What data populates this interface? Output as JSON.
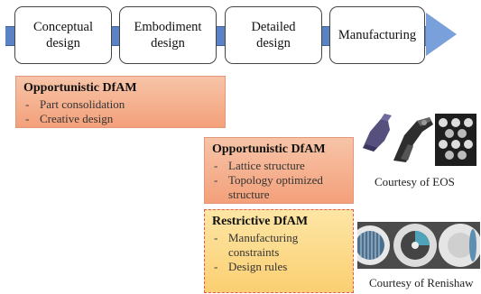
{
  "process": {
    "stages": [
      {
        "label": "Conceptual\ndesign"
      },
      {
        "label": "Embodiment\ndesign"
      },
      {
        "label": "Detailed\ndesign"
      },
      {
        "label": "Manufacturing"
      }
    ]
  },
  "boxes": {
    "opportunistic_1": {
      "title": "Opportunistic DfAM",
      "items": [
        "Part consolidation",
        "Creative design"
      ]
    },
    "opportunistic_2": {
      "title": "Opportunistic DfAM",
      "items": [
        "Lattice structure",
        "Topology optimized structure"
      ]
    },
    "restrictive": {
      "title": "Restrictive DfAM",
      "items": [
        "Manufacturing constraints",
        "Design rules"
      ]
    }
  },
  "captions": {
    "eos": "Courtesy of EOS",
    "renishaw": "Courtesy of Renishaw"
  }
}
